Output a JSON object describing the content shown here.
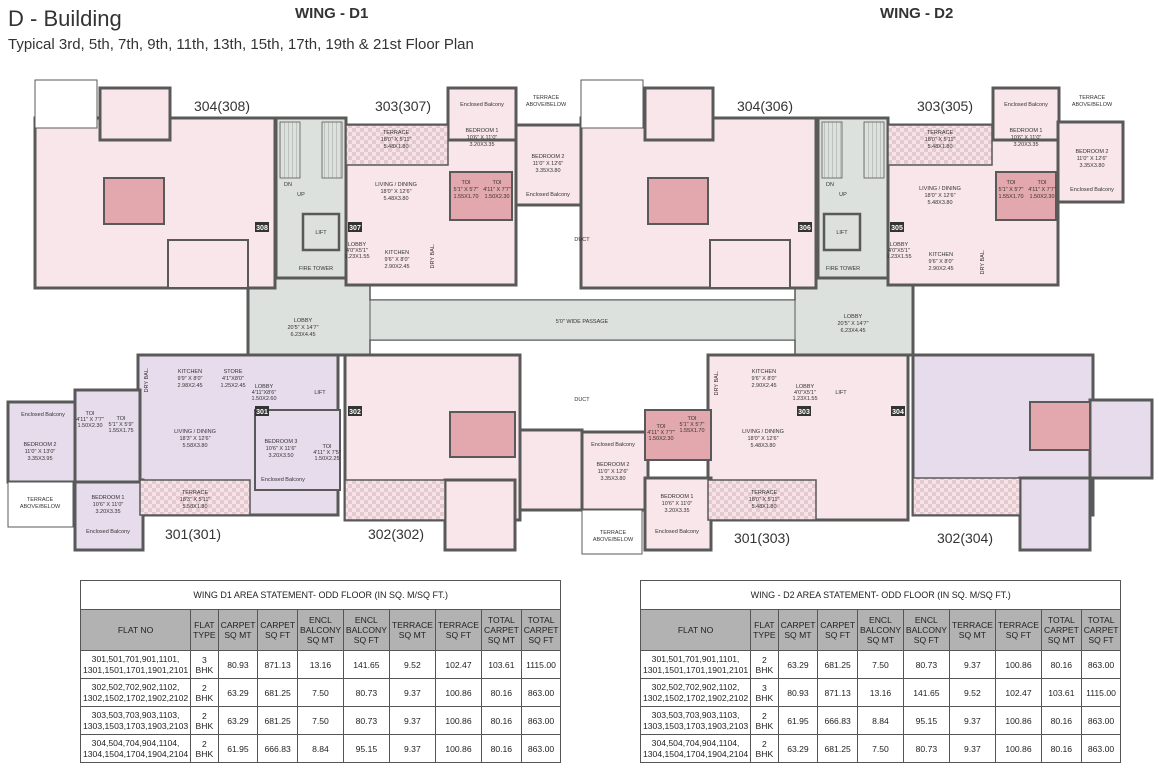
{
  "header": {
    "title": "D - Building",
    "subtitle": "Typical 3rd, 5th, 7th, 9th, 11th, 13th, 15th, 17th, 19th & 21st Floor Plan",
    "wing_d1": "WING - D1",
    "wing_d2": "WING - D2"
  },
  "plan": {
    "flat_labels": [
      "304(308)",
      "303(307)",
      "304(306)",
      "303(305)",
      "301(301)",
      "302(302)",
      "301(303)",
      "302(304)"
    ],
    "unit_tags": [
      "308",
      "307",
      "306",
      "305",
      "301",
      "302",
      "303",
      "304"
    ],
    "rooms": {
      "enclosed_balcony": "Enclosed Balcony",
      "terrace_above_below": [
        "TERRACE",
        "ABOVE/BELOW"
      ],
      "terrace": "TERRACE",
      "terrace_dim_1": [
        "18'0\" X 5'11\"",
        "5.48X1.80"
      ],
      "terrace_dim_2": [
        "18'3\" X 5'11\"",
        "5.58X1.80"
      ],
      "bedroom_1": "BEDROOM 1",
      "bedroom_1_dim": [
        "10'6\" X 11'0\"",
        "3.20X3.35"
      ],
      "bedroom_2": "BEDROOM 2",
      "bedroom_2_dim": [
        "11'0\" X 12'6\"",
        "3.35X3.80"
      ],
      "bedroom_2_dim_b": [
        "11'0\" X 13'0\"",
        "3.35X3.95"
      ],
      "bedroom_3": "BEDROOM 3",
      "bedroom_3_dim": [
        "10'6\" X 11'6\"",
        "3.20X3.50"
      ],
      "living_dining": "LIVING / DINING",
      "living_dim_1": [
        "18'0\" X 12'6\"",
        "5.48X3.80"
      ],
      "living_dim_2": [
        "18'3\" X 12'6\"",
        "5.58X3.80"
      ],
      "kitchen": "KITCHEN",
      "kitchen_dim_1": [
        "9'6\" X 8'0\"",
        "2.90X2.45"
      ],
      "kitchen_dim_2": [
        "9'9\" X 8'0\"",
        "2.98X2.45"
      ],
      "store": "STORE",
      "store_dim": [
        "4'1\"X8'0\"",
        "1.25X2.45"
      ],
      "toi": "TOI",
      "toi_dim_1": [
        "5'1\" X 5'7\"",
        "1.55X1.70"
      ],
      "toi_dim_2": [
        "4'11\" X 7'7\"",
        "1.50X2.30"
      ],
      "toi_dim_3": [
        "4'11\" X 7'5\"",
        "1.50X2.25"
      ],
      "toi_dim_4": [
        "5'1\" X 5'9\"",
        "1.55X1.75"
      ],
      "lobby": "LOBBY",
      "lobby_small_dim": [
        "4'0\"X5'1\"",
        "1.23X1.55"
      ],
      "lobby_dim_b": [
        "4'11\"X8'6\"",
        "1.50X2.60"
      ],
      "lobby_big_dim": [
        "20'5\" X 14'7\"",
        "6.23X4.45"
      ],
      "dry_bal": "DRY BAL.",
      "lift": "LIFT",
      "fire_tower": "FIRE TOWER",
      "up": "UP",
      "dn": "DN",
      "duct": "DUCT",
      "passage": "5'0\" WIDE PASSAGE"
    }
  },
  "tables": [
    {
      "caption": "WING D1 AREA STATEMENT- ODD FLOOR (IN SQ. M/SQ FT.)",
      "headers": [
        "FLAT NO",
        "FLAT TYPE",
        "CARPET SQ MT",
        "CARPET SQ FT",
        "ENCL BALCONY SQ MT",
        "ENCL BALCONY SQ FT",
        "TERRACE SQ MT",
        "TERRACE SQ FT",
        "TOTAL CARPET SQ MT",
        "TOTAL CARPET SQ FT"
      ],
      "rows": [
        [
          "301,501,701,901,1101, 1301,1501,1701,1901,2101",
          "3 BHK",
          "80.93",
          "871.13",
          "13.16",
          "141.65",
          "9.52",
          "102.47",
          "103.61",
          "1115.00"
        ],
        [
          "302,502,702,902,1102, 1302,1502,1702,1902,2102",
          "2 BHK",
          "63.29",
          "681.25",
          "7.50",
          "80.73",
          "9.37",
          "100.86",
          "80.16",
          "863.00"
        ],
        [
          "303,503,703,903,1103, 1303,1503,1703,1903,2103",
          "2 BHK",
          "63.29",
          "681.25",
          "7.50",
          "80.73",
          "9.37",
          "100.86",
          "80.16",
          "863.00"
        ],
        [
          "304,504,704,904,1104, 1304,1504,1704,1904,2104",
          "2 BHK",
          "61.95",
          "666.83",
          "8.84",
          "95.15",
          "9.37",
          "100.86",
          "80.16",
          "863.00"
        ]
      ]
    },
    {
      "caption": "WING - D2 AREA STATEMENT- ODD FLOOR (IN SQ. M/SQ FT.)",
      "headers": [
        "FLAT NO",
        "FLAT TYPE",
        "CARPET SQ MT",
        "CARPET SQ FT",
        "ENCL BALCONY SQ MT",
        "ENCL BALCONY SQ FT",
        "TERRACE SQ MT",
        "TERRACE SQ FT",
        "TOTAL CARPET SQ MT",
        "TOTAL CARPET SQ FT"
      ],
      "rows": [
        [
          "301,501,701,901,1101, 1301,1501,1701,1901,2101",
          "2 BHK",
          "63.29",
          "681.25",
          "7.50",
          "80.73",
          "9.37",
          "100.86",
          "80.16",
          "863.00"
        ],
        [
          "302,502,702,902,1102, 1302,1502,1702,1902,2102",
          "3 BHK",
          "80.93",
          "871.13",
          "13.16",
          "141.65",
          "9.52",
          "102.47",
          "103.61",
          "1115.00"
        ],
        [
          "303,503,703,903,1103, 1303,1503,1703,1903,2103",
          "2 BHK",
          "61.95",
          "666.83",
          "8.84",
          "95.15",
          "9.37",
          "100.86",
          "80.16",
          "863.00"
        ],
        [
          "304,504,704,904,1104, 1304,1504,1704,1904,2104",
          "2 BHK",
          "63.29",
          "681.25",
          "7.50",
          "80.73",
          "9.37",
          "100.86",
          "80.16",
          "863.00"
        ]
      ]
    }
  ],
  "colors": {
    "pink_flat": "#f8e6ea",
    "purple_flat": "#e7dcec",
    "wet_area": "#e3a8ad",
    "common": "#dde1dd",
    "wall": "#595959",
    "table_header": "#b2b2b2"
  }
}
